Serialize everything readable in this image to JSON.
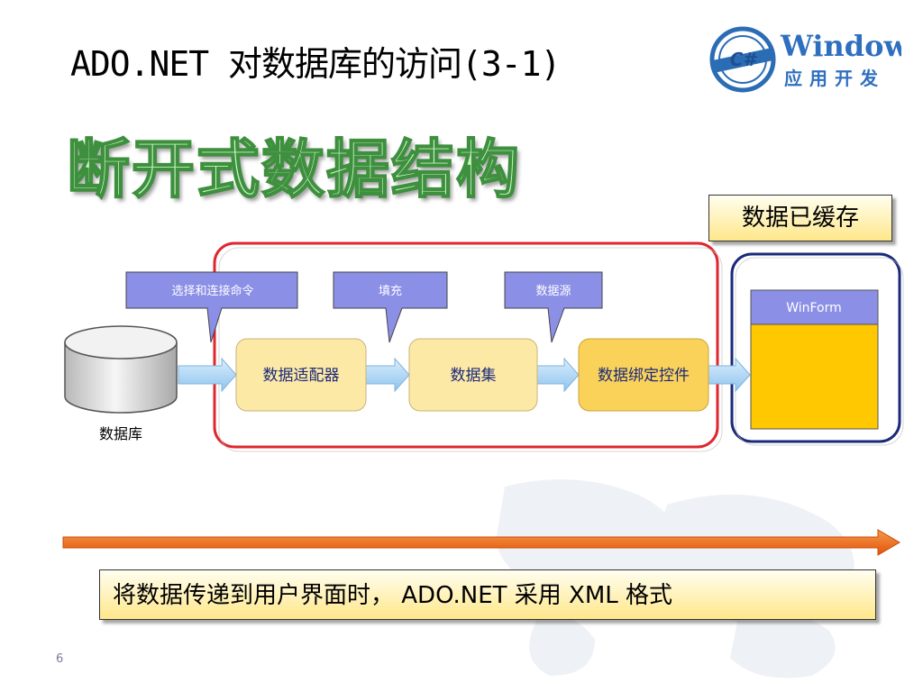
{
  "title": "ADO.NET 对数据库的访问(3-1)",
  "logo": {
    "icon_text": "C#",
    "brand": "Windows",
    "sub": "应用开发"
  },
  "heading": "断开式数据结构",
  "cached_label": "数据已缓存",
  "database_label": "数据库",
  "callouts": {
    "select_connect": "选择和连接命令",
    "fill": "填充",
    "data_source": "数据源"
  },
  "boxes": {
    "adapter": "数据适配器",
    "dataset": "数据集",
    "bound_control": "数据绑定控件"
  },
  "winform": {
    "title": "WinForm"
  },
  "bottom_note": "将数据传递到用户界面时， ADO.NET 采用 XML 格式",
  "page_number": "6",
  "colors": {
    "red_frame": "#e0262e",
    "navy_frame": "#1a2a7a",
    "callout_fill": "#8b8fe6",
    "box_fill": "#fde9a6",
    "control_fill": "#fad25a",
    "winform_body": "#ffc800",
    "arrow_fill": "#a9d4f5",
    "bottom_arrow": "#ee6a10"
  }
}
